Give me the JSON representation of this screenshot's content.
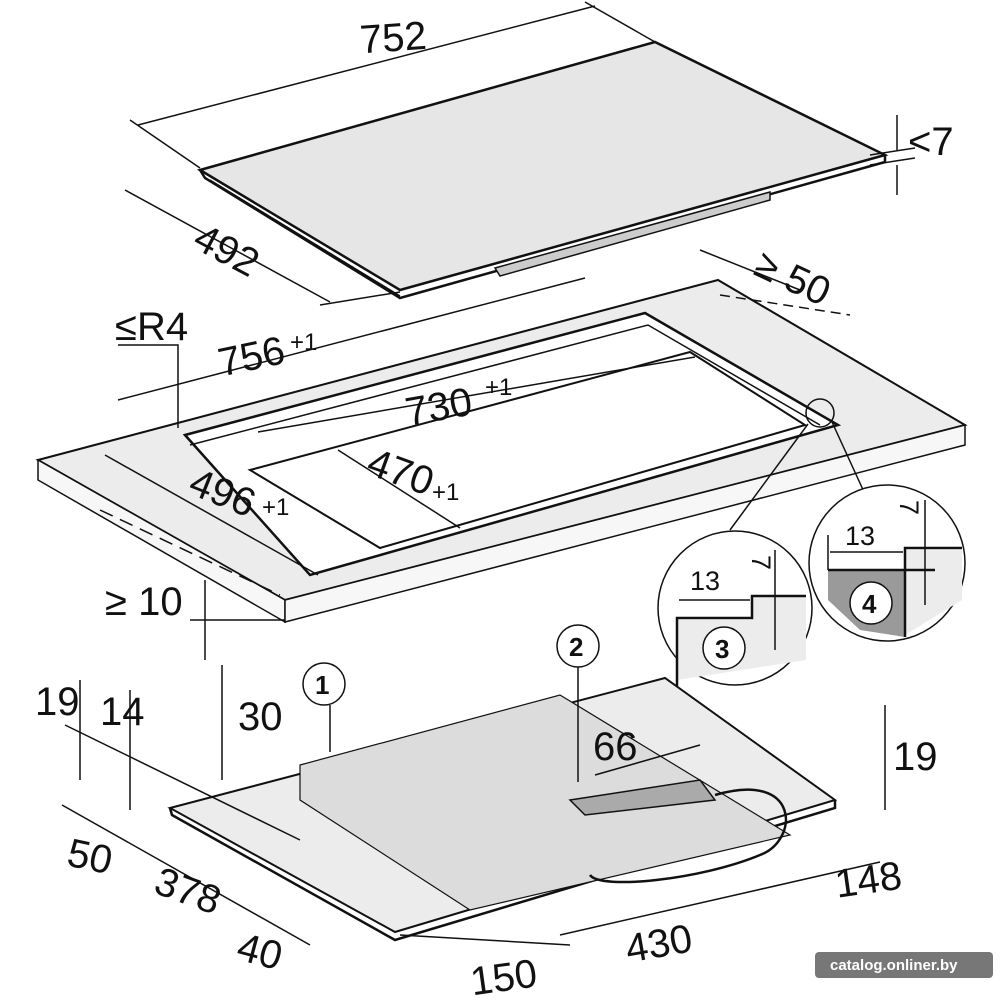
{
  "top_hob": {
    "width": "752",
    "depth": "492",
    "thickness": "<7"
  },
  "cutout": {
    "outer_width": "756",
    "outer_width_tol": "+1",
    "inner_width": "730",
    "inner_width_tol": "+1",
    "outer_depth": "496",
    "outer_depth_tol": "+1",
    "inner_depth": "470",
    "inner_depth_tol": "+1",
    "corner_radius": "≤R4",
    "rear_clearance": "≥ 50",
    "front_clearance": "≥ 10"
  },
  "details": [
    {
      "callout": "3",
      "width": "13",
      "depth": "7"
    },
    {
      "callout": "4",
      "width": "13",
      "depth": "7"
    }
  ],
  "bottom": {
    "callout_1": "1",
    "callout_2": "2",
    "d19_left": "19",
    "d14": "14",
    "d30": "30",
    "d50": "50",
    "d378": "378",
    "d40": "40",
    "d150": "150",
    "d430": "430",
    "d148": "148",
    "d66": "66",
    "d19_right": "19"
  },
  "watermark": "catalog.onliner.by"
}
